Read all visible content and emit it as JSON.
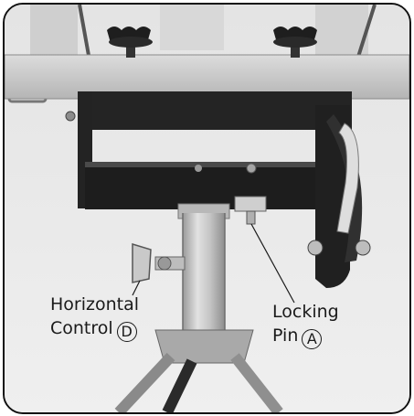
{
  "labels": {
    "horizontal_control": {
      "line1": "Horizontal",
      "line2": "Control",
      "badge": "D"
    },
    "locking_pin": {
      "line1": "Locking",
      "line2": "Pin",
      "badge": "A"
    }
  },
  "colors": {
    "frame_border": "#111111",
    "metal_light": "#c9c9c9",
    "metal_dark": "#2a2a2a",
    "background": "#e6e6e6"
  }
}
